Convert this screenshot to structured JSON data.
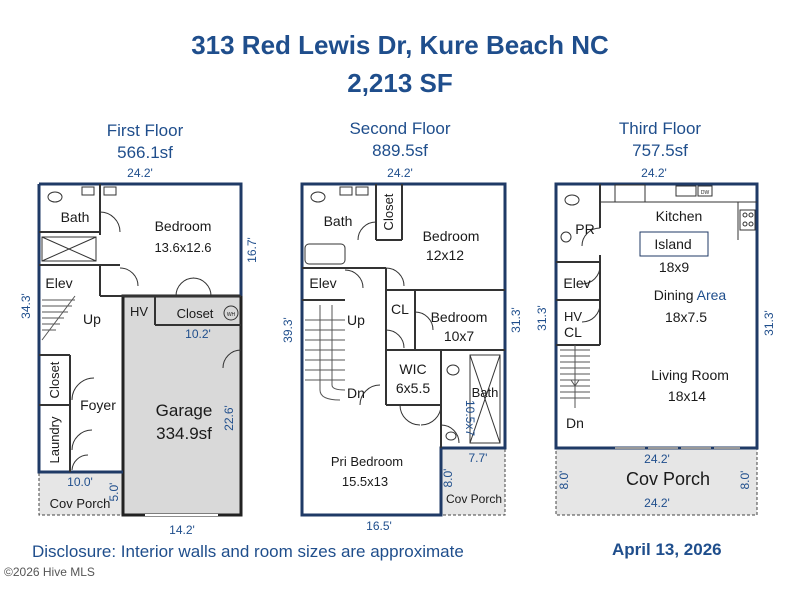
{
  "header": {
    "address": "313 Red Lewis Dr, Kure Beach NC",
    "total_area": "2,213 SF"
  },
  "floors": [
    {
      "name": "First Floor",
      "area": "566.1sf",
      "dims": {
        "top": "24.2'",
        "left": "34.3'",
        "right": "16.7'",
        "hv": "10.2'",
        "garage_side": "22.6'",
        "porch_width": "10.0'",
        "porch_depth": "5.0'",
        "bottom": "14.2'"
      },
      "rooms": {
        "bath": "Bath",
        "bedroom": "Bedroom",
        "bedroom_size": "13.6x12.6",
        "elev": "Elev",
        "up": "Up",
        "hv": "HV",
        "closet_right": "Closet",
        "closet_left": "Closet",
        "foyer": "Foyer",
        "laundry": "Laundry",
        "garage": "Garage",
        "garage_area": "334.9sf",
        "cov_porch": "Cov Porch",
        "wh": "WH"
      }
    },
    {
      "name": "Second Floor",
      "area": "889.5sf",
      "dims": {
        "top": "24.2'",
        "left": "39.3'",
        "right": "31.3'",
        "porch_width": "7.7'",
        "porch_depth": "8.0'",
        "bath_side": "10.5x7",
        "bottom": "16.5'"
      },
      "rooms": {
        "bath": "Bath",
        "closet": "Closet",
        "bedroom1": "Bedroom",
        "bedroom1_size": "12x12",
        "elev": "Elev",
        "up": "Up",
        "cl": "CL",
        "bedroom2": "Bedroom",
        "bedroom2_size": "10x7",
        "wic": "WIC",
        "wic_size": "6x5.5",
        "dn": "Dn",
        "bath2": "Bath",
        "pri_bedroom": "Pri Bedroom",
        "pri_bedroom_size": "15.5x13",
        "cov_porch": "Cov Porch"
      }
    },
    {
      "name": "Third Floor",
      "area": "757.5sf",
      "dims": {
        "top": "24.2'",
        "left": "31.3'",
        "right": "31.3'",
        "porch_top": "24.2'",
        "porch_bottom": "24.2'",
        "porch_left": "8.0'",
        "porch_right": "8.0'"
      },
      "rooms": {
        "kitchen": "Kitchen",
        "island": "Island",
        "island_size": "18x9",
        "pr": "PR",
        "elev": "Elev",
        "dining": "Dining ",
        "dining_area_word": "Area",
        "dining_size": "18x7.5",
        "hv": "HV",
        "cl": "CL",
        "living": "Living Room",
        "living_size": "18x14",
        "dn": "Dn",
        "cov_porch": "Cov Porch",
        "dw": "DW"
      }
    }
  ],
  "footer": {
    "disclosure": "Disclosure: Interior walls and room sizes are approximate",
    "date": "April 13, 2026",
    "copyright": "©2026 Hive MLS"
  },
  "colors": {
    "title": "#1f4e8c",
    "wall": "#1f3a66",
    "garage_fill": "#d9d9d9",
    "porch_fill": "#e6e6e6"
  }
}
